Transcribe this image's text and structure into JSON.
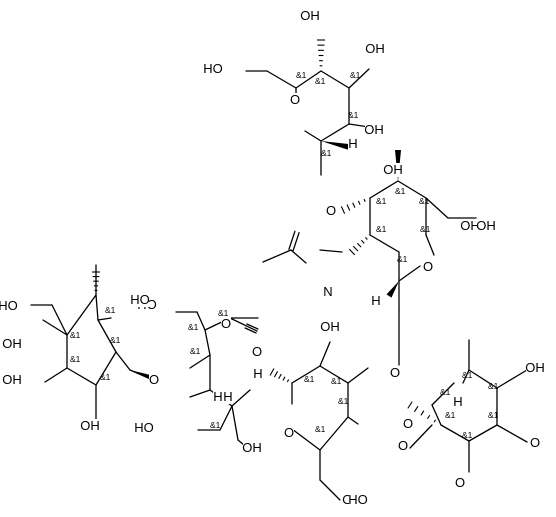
{
  "stereo_label": "&1",
  "atom_labels": [
    "OH",
    "OH",
    "HO",
    "OH",
    "O",
    "OH",
    "H",
    "O",
    "OH",
    "OH",
    "O",
    "O",
    "N",
    "H",
    "H",
    "O",
    "O",
    "OH",
    "OH",
    "O",
    "H",
    "OH",
    "HO",
    "HO",
    "HO",
    "O",
    "HO",
    "O",
    "H",
    "OH",
    "O",
    "O",
    "HO",
    "O",
    "H",
    "OH",
    "OH",
    "OH"
  ],
  "colors": {
    "ink": "#000000",
    "background": "#ffffff"
  }
}
